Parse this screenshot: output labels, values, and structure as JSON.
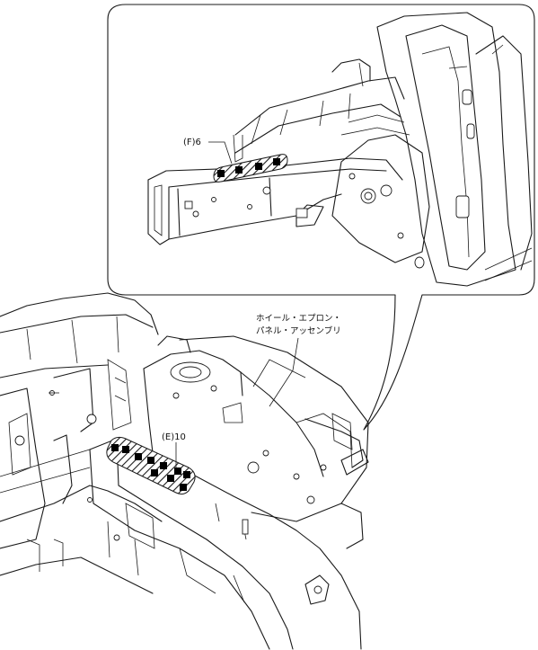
{
  "callouts": {
    "upper_weld": "(F)6",
    "lower_weld": "(E)10",
    "part_name_line1": "ホイール・エプロン・",
    "part_name_line2": "パネル・アッセンブリ"
  },
  "colors": {
    "line": "#1a1a1a",
    "background": "#ffffff",
    "weld_spot": "#000000"
  },
  "icons": {
    "weld_area": "hatched-weld-zone",
    "weld_spot": "filled-square-spot-weld"
  }
}
